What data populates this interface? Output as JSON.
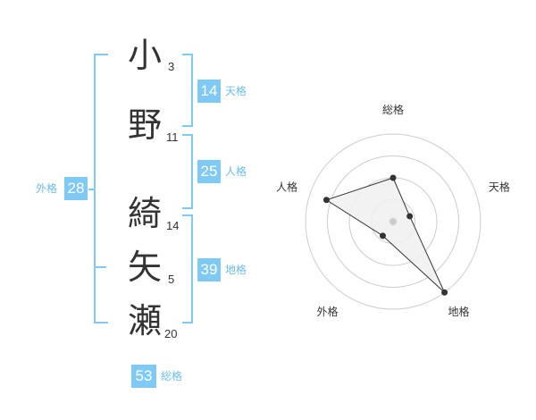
{
  "name": {
    "chars": [
      {
        "char": "小",
        "strokes": "3"
      },
      {
        "char": "野",
        "strokes": "11"
      },
      {
        "char": "綺",
        "strokes": "14"
      },
      {
        "char": "矢",
        "strokes": "5"
      },
      {
        "char": "瀬",
        "strokes": "20"
      }
    ]
  },
  "kaku": {
    "ten": {
      "value": "14",
      "label": "天格"
    },
    "jin": {
      "value": "25",
      "label": "人格"
    },
    "chi": {
      "value": "39",
      "label": "地格"
    },
    "gai": {
      "value": "28",
      "label": "外格"
    },
    "so": {
      "value": "53",
      "label": "総格"
    }
  },
  "chart_data": {
    "type": "radar",
    "axes": [
      "総格",
      "天格",
      "地格",
      "外格",
      "人格"
    ],
    "values": [
      0.5,
      0.2,
      1.0,
      0.2,
      0.8
    ],
    "max": 1.0,
    "rings": 4,
    "colors": {
      "fill": "#f0f0f0",
      "line": "#333333",
      "ring": "#cccccc"
    }
  },
  "colors": {
    "accent": "#7fcaf5",
    "accent_text": "#6cbde8"
  }
}
